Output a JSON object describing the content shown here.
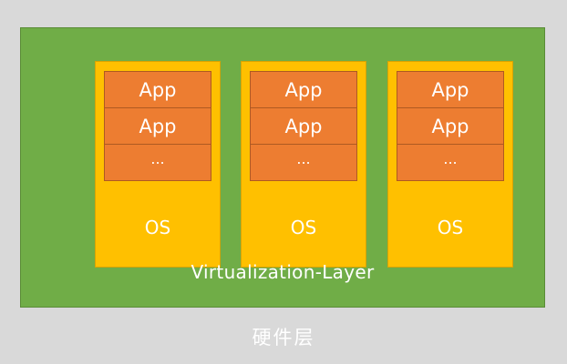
{
  "virtualization_layer": {
    "label": "Virtualization-Layer",
    "color": "#70ad47"
  },
  "hardware_layer": {
    "label": "硬件层"
  },
  "vms": [
    {
      "apps": [
        "App",
        "App",
        "..."
      ],
      "os_label": "OS"
    },
    {
      "apps": [
        "App",
        "App",
        "..."
      ],
      "os_label": "OS"
    },
    {
      "apps": [
        "App",
        "App",
        "..."
      ],
      "os_label": "OS"
    }
  ],
  "colors": {
    "background": "#d9d9d9",
    "os": "#ffc000",
    "app": "#ed7d31",
    "text": "#ffffff"
  }
}
